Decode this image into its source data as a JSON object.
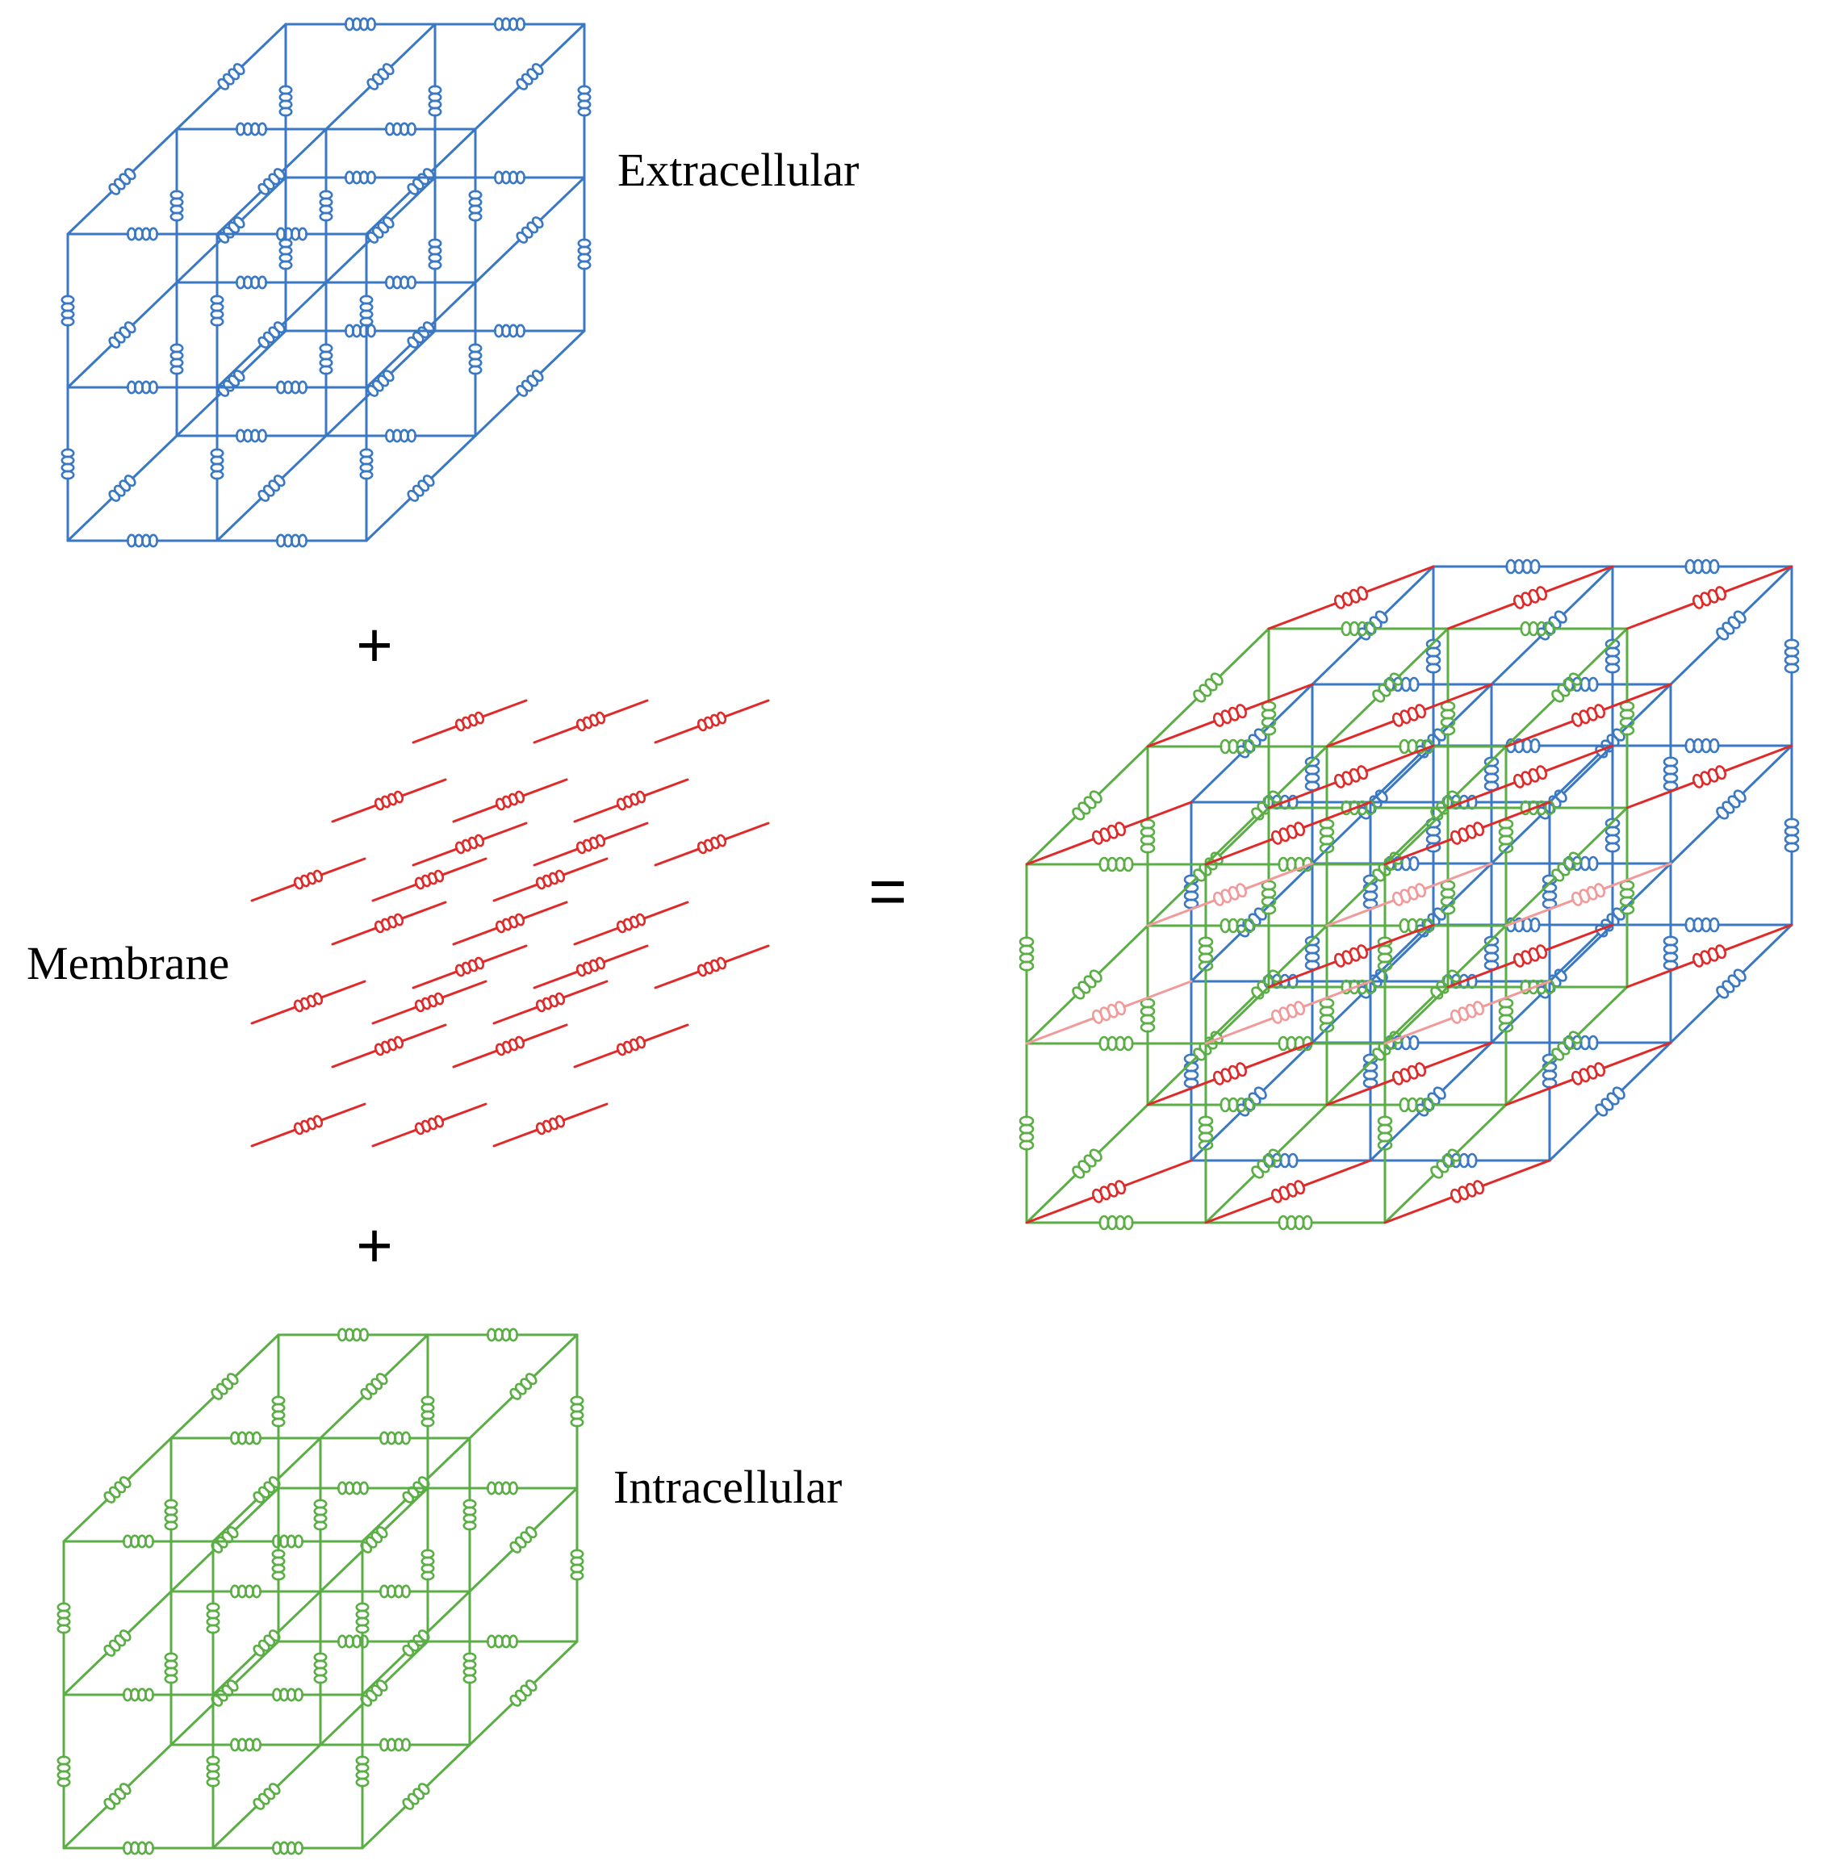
{
  "labels": {
    "extracellular": "Extracellular",
    "membrane": "Membrane",
    "intracellular": "Intracellular"
  },
  "operators": {
    "plus_top": "+",
    "plus_bottom": "+",
    "equals": "="
  },
  "colors": {
    "extracellular": "#3a78c4",
    "membrane": "#e02a2a",
    "membrane_faint": "#f29a9a",
    "intracellular": "#5aae45"
  },
  "lattice": {
    "cells_per_axis": 2,
    "element_symbol": "spring-resistor"
  }
}
